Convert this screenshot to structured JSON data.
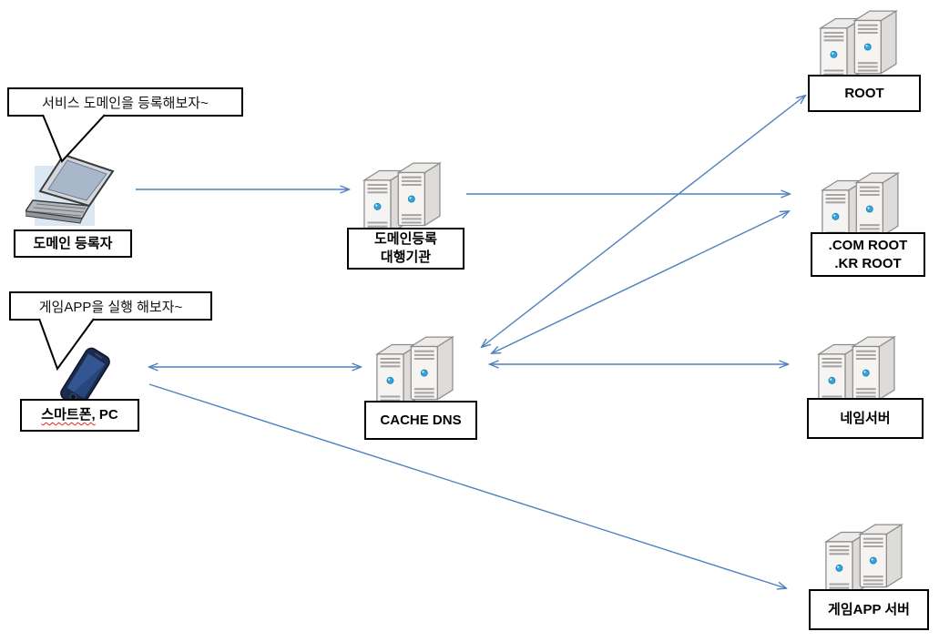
{
  "diagram": {
    "bubbles": {
      "register": {
        "text": "서비스 도메인을 등록해보자~"
      },
      "run_app": {
        "text": "게임APP을 실행 해보자~"
      }
    },
    "nodes": {
      "registrant": {
        "label": "도메인 등록자",
        "icon": "laptop-icon"
      },
      "registrar": {
        "label_line1": "도메인등록",
        "label_line2": "대행기관",
        "icon": "server-pair-icon"
      },
      "root": {
        "label": "ROOT",
        "icon": "server-pair-icon"
      },
      "tld_root": {
        "label_line1": ".COM ROOT",
        "label_line2": ".KR ROOT",
        "icon": "server-pair-icon"
      },
      "client": {
        "label_underlined": "스마트폰,",
        "label_rest": " PC",
        "icon": "smartphone-icon"
      },
      "cache_dns": {
        "label": "CACHE DNS",
        "icon": "server-pair-icon"
      },
      "name_server": {
        "label": "네임서버",
        "icon": "server-pair-icon"
      },
      "game_server": {
        "label": "게임APP 서버",
        "icon": "server-pair-icon"
      }
    },
    "colors": {
      "arrow": "#4f81bd",
      "box_border": "#000000",
      "laptop_bg": "#dbe7f3",
      "underline": "#ee2222"
    }
  }
}
